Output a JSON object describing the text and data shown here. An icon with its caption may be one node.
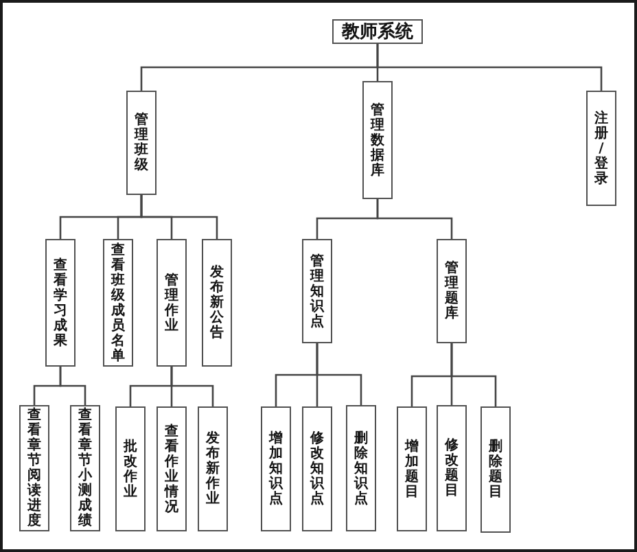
{
  "diagram": {
    "nodes": [
      {
        "text": [
          "教师系统"
        ]
      },
      {
        "text": [
          "管理班级"
        ]
      },
      {
        "text": [
          "管理数据库"
        ]
      },
      {
        "text": [
          "注册/登录"
        ]
      },
      {
        "text": [
          "查看学习成果"
        ]
      },
      {
        "text": [
          "查看班级成员名单"
        ]
      },
      {
        "text": [
          "管理作业"
        ]
      },
      {
        "text": [
          "发布新公告"
        ]
      },
      {
        "text": [
          "管理知识点"
        ]
      },
      {
        "text": [
          "管理题库"
        ]
      },
      {
        "text": [
          "查看章节阅读进度"
        ]
      },
      {
        "text": [
          "查看章节小测成绩"
        ]
      },
      {
        "text": [
          "批改作业"
        ]
      },
      {
        "text": [
          "查看作业情况"
        ]
      },
      {
        "text": [
          "发布新作业"
        ]
      },
      {
        "text": [
          "增加知识点"
        ]
      },
      {
        "text": [
          "修改知识点"
        ]
      },
      {
        "text": [
          "删除知识点"
        ]
      },
      {
        "text": [
          "增加题目"
        ]
      },
      {
        "text": [
          "修改题目"
        ]
      },
      {
        "text": [
          "删除题目"
        ]
      }
    ],
    "edges": [
      {
        "from": 0,
        "to": 1,
        "arrow": "none"
      },
      {
        "from": 0,
        "to": 2,
        "arrow": "none"
      },
      {
        "from": 0,
        "to": 3,
        "arrow": "none"
      },
      {
        "from": 1,
        "to": 4,
        "arrow": "none"
      },
      {
        "from": 1,
        "to": 5,
        "arrow": "none"
      },
      {
        "from": 1,
        "to": 6,
        "arrow": "none"
      },
      {
        "from": 1,
        "to": 7,
        "arrow": "none"
      },
      {
        "from": 2,
        "to": 8,
        "arrow": "none"
      },
      {
        "from": 2,
        "to": 9,
        "arrow": "none"
      },
      {
        "from": 4,
        "to": 10,
        "arrow": "none"
      },
      {
        "from": 4,
        "to": 11,
        "arrow": "none"
      },
      {
        "from": 6,
        "to": 12,
        "arrow": "none"
      },
      {
        "from": 6,
        "to": 13,
        "arrow": "none"
      },
      {
        "from": 6,
        "to": 14,
        "arrow": "none"
      },
      {
        "from": 8,
        "to": 15,
        "arrow": "none"
      },
      {
        "from": 8,
        "to": 16,
        "arrow": "none"
      },
      {
        "from": 8,
        "to": 17,
        "arrow": "none"
      },
      {
        "from": 9,
        "to": 18,
        "arrow": "none"
      },
      {
        "from": 9,
        "to": 19,
        "arrow": "none"
      },
      {
        "from": 9,
        "to": 20,
        "arrow": "none"
      }
    ]
  }
}
